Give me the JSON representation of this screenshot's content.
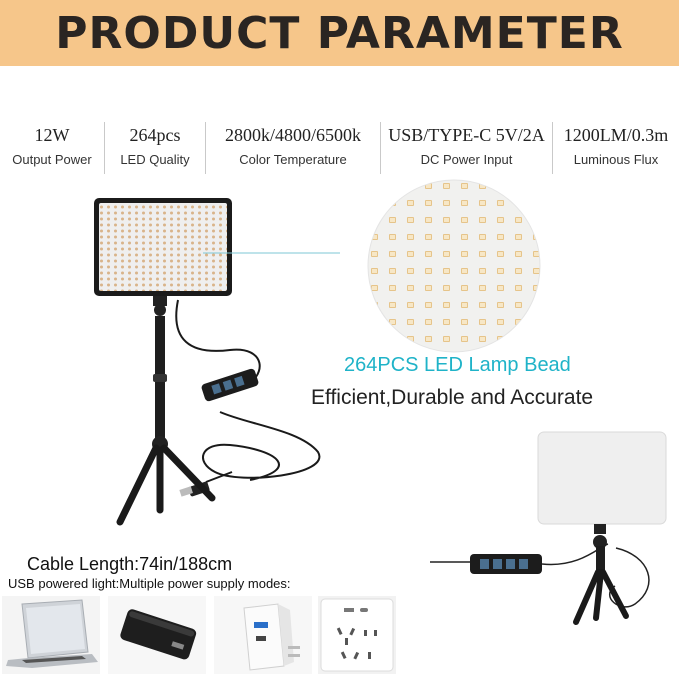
{
  "banner": {
    "title": "PRODUCT PARAMETER"
  },
  "specs": [
    {
      "value": "12W",
      "label": "Output Power"
    },
    {
      "value": "264pcs",
      "label": "LED Quality"
    },
    {
      "value": "2800k/4800/6500k",
      "label": "Color Temperature"
    },
    {
      "value": "USB/TYPE-C 5V/2A",
      "label": "DC Power Input"
    },
    {
      "value": "1200LM/0.3m",
      "label": "Luminous Flux"
    }
  ],
  "callout": {
    "title": "264PCS LED Lamp Bead",
    "subtitle": "Efficient,Durable and Accurate"
  },
  "cable": {
    "length_text": "Cable Length:74in/188cm"
  },
  "power": {
    "modes_text": "USB powered light:Multiple power supply modes:"
  },
  "colors": {
    "banner": "#f6c68a",
    "callout_title": "#1fb3c8",
    "panel_frame": "#1b1b1b"
  },
  "icons": [
    "laptop-icon",
    "power-bank-icon",
    "charger-icon",
    "wall-socket-icon"
  ]
}
